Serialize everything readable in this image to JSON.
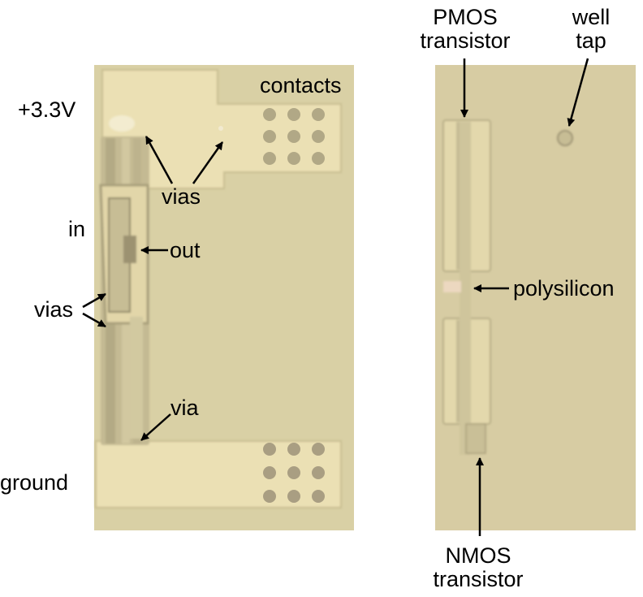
{
  "labels": {
    "supply": "+3.3V",
    "contacts": "contacts",
    "vias_top": "vias",
    "input": "in",
    "output": "out",
    "vias_left": "vias",
    "via_bottom": "via",
    "ground": "ground",
    "pmos_line1": "PMOS",
    "pmos_line2": "transistor",
    "well_line1": "well",
    "well_line2": "tap",
    "polysilicon": "polysilicon",
    "nmos_line1": "NMOS",
    "nmos_line2": "transistor"
  },
  "colors": {
    "die_background": "#d8cfa4",
    "metal": "#ece0b4",
    "contact": "#b0a884",
    "arrow": "#000000"
  }
}
